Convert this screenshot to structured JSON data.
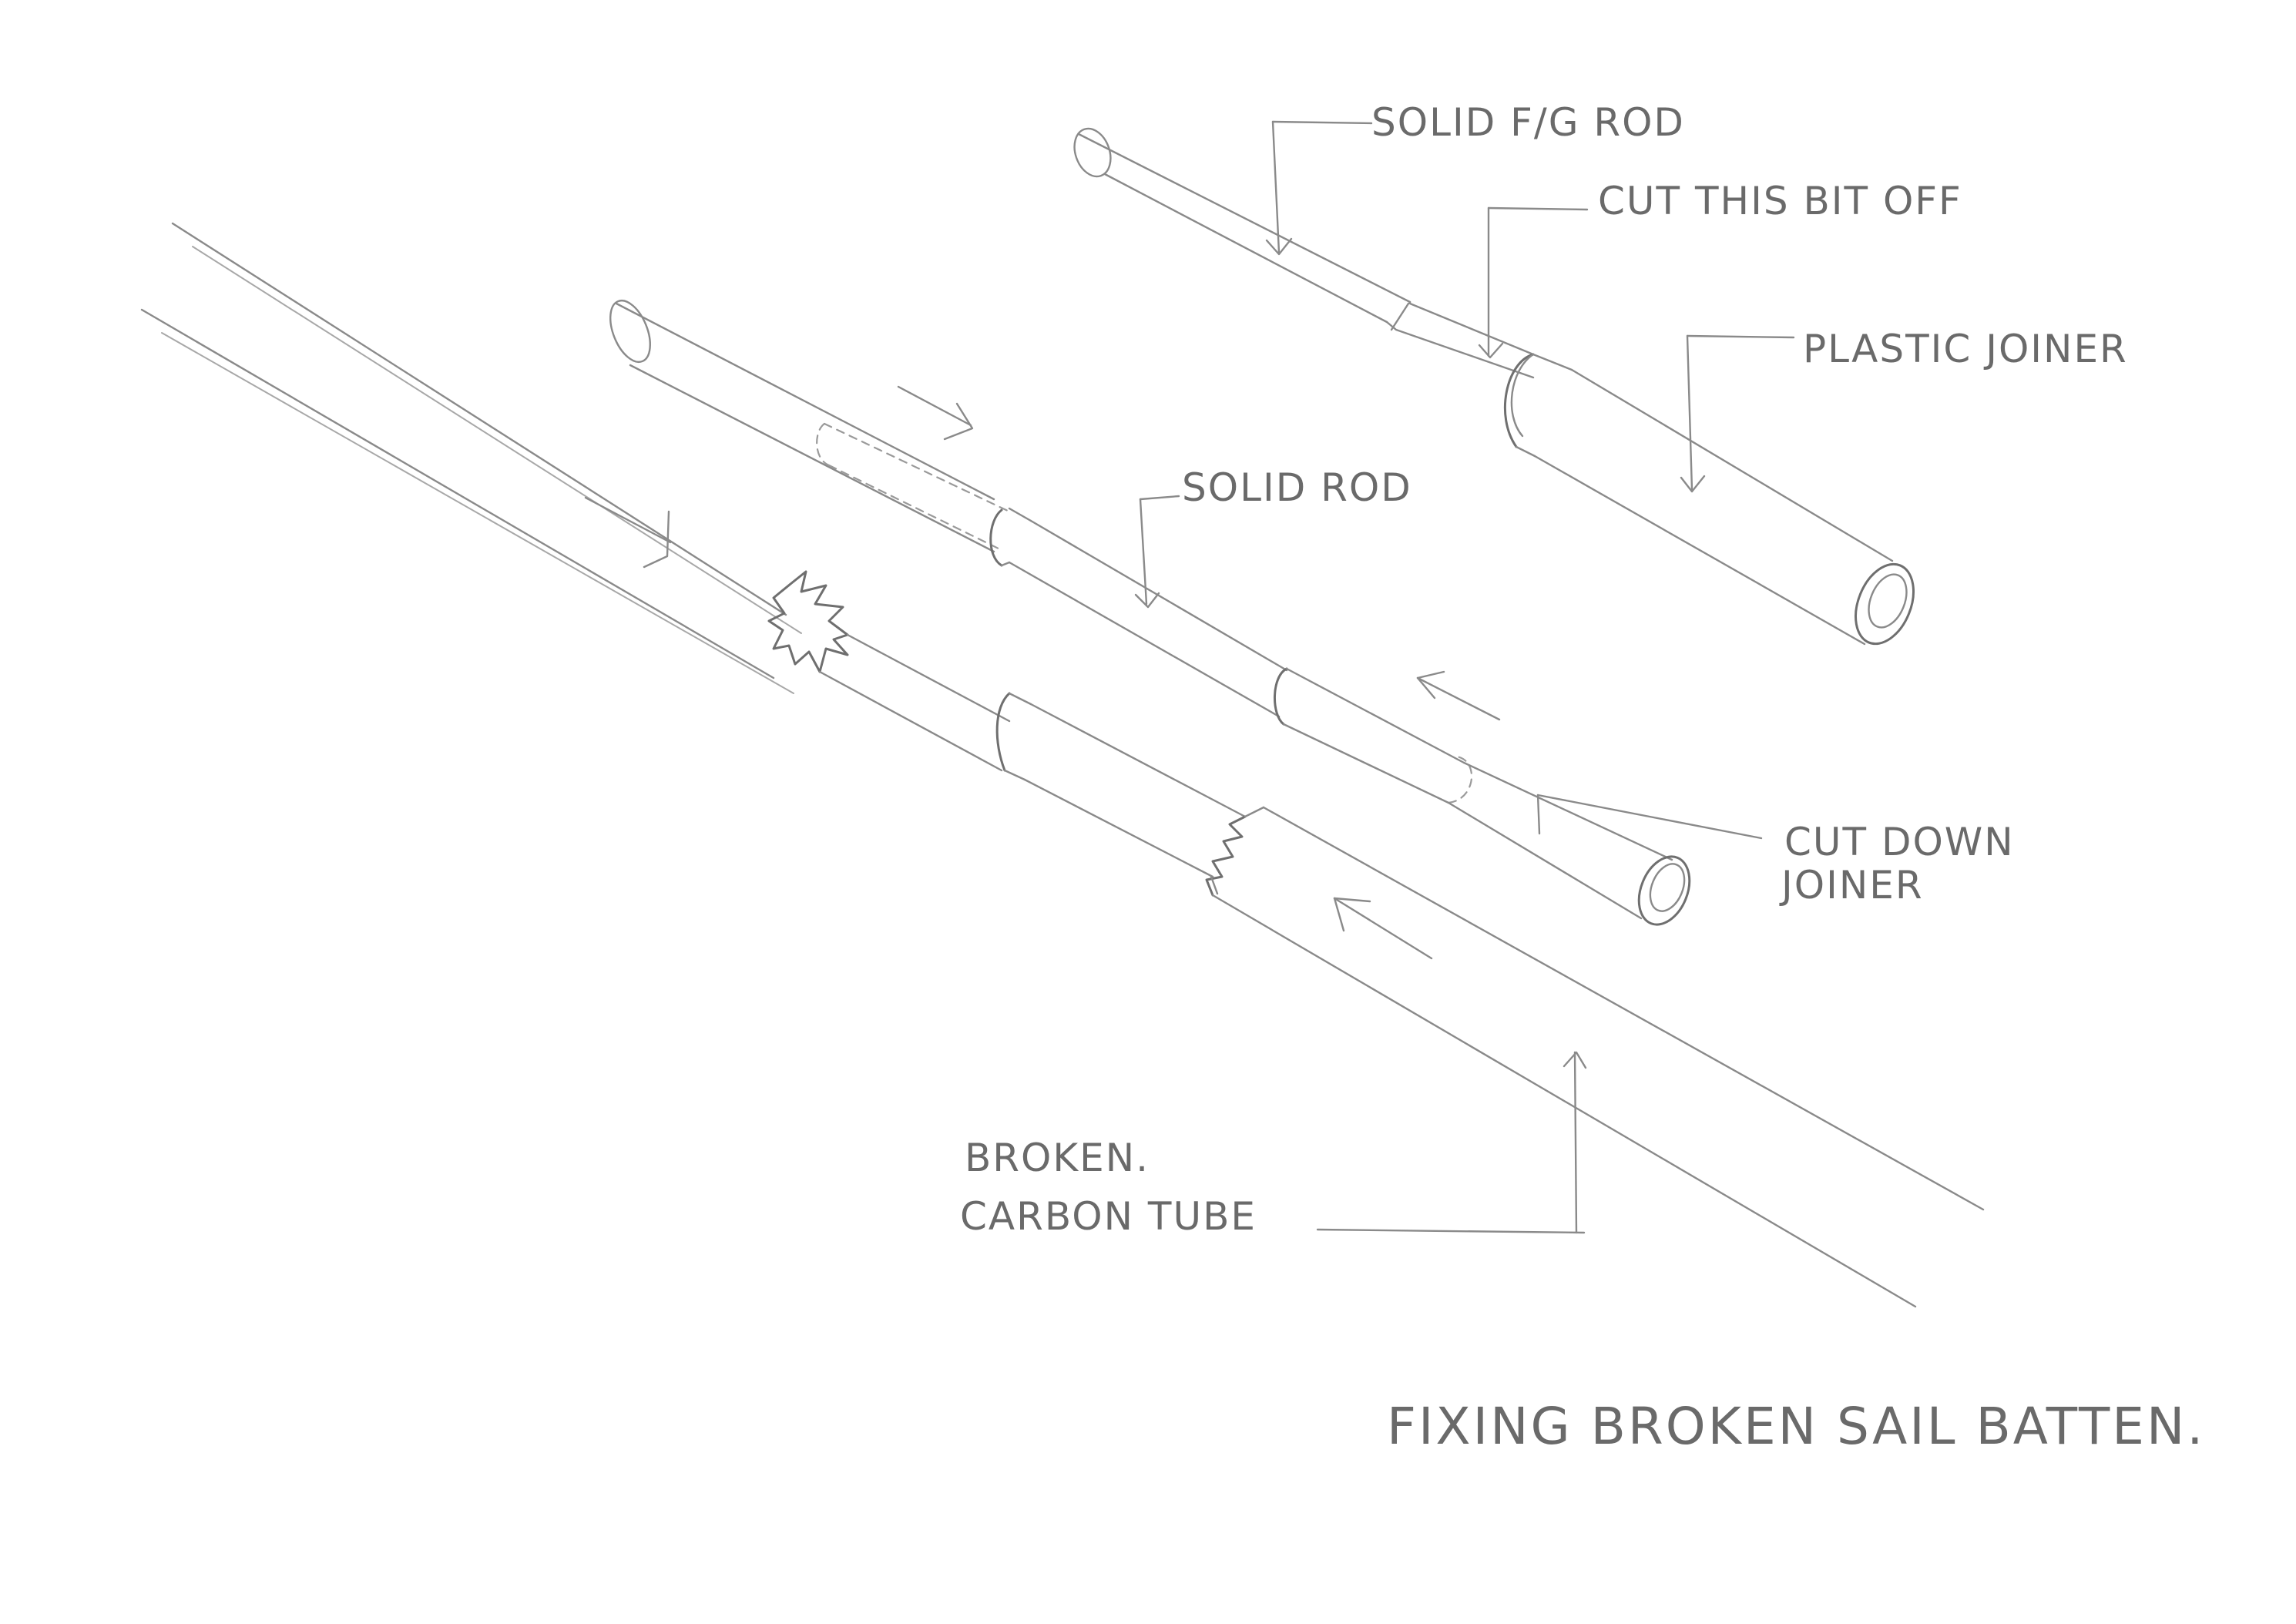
{
  "labels": {
    "solid_fg_rod": "SOLID F/G ROD",
    "cut_this_bit_off": "CUT THIS BIT OFF",
    "plastic_joiner": "PLASTIC JOINER",
    "solid_rod": "SOLID ROD",
    "cut_down_joiner_line1": "CUT DOWN",
    "cut_down_joiner_line2": "JOINER",
    "broken_carbon_tube_line1": "BROKEN.",
    "broken_carbon_tube_line2": "CARBON TUBE"
  },
  "title": "FIXING BROKEN SAIL BATTEN."
}
